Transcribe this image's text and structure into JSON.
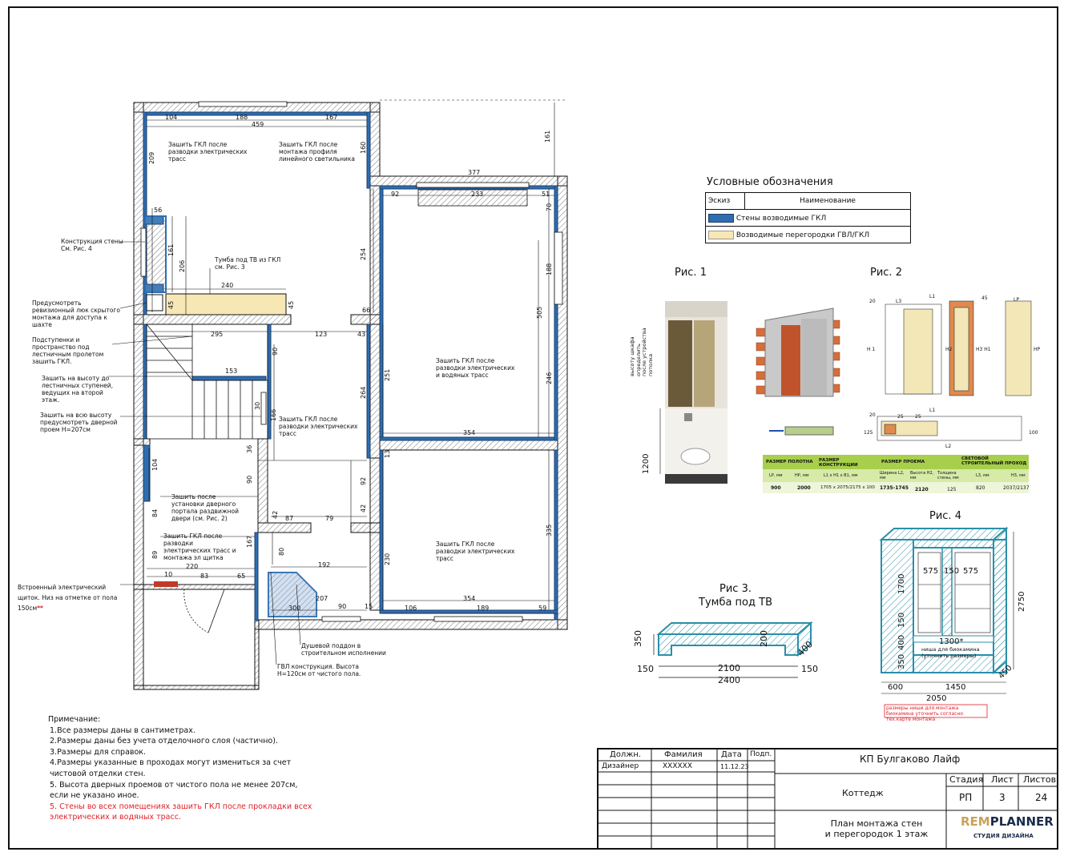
{
  "legend": {
    "title": "Условные обозначения",
    "col_sketch": "Эскиз",
    "col_name": "Наименование",
    "rows": [
      {
        "label": "Стены возводимые ГКЛ",
        "color": "#2f6db0"
      },
      {
        "label": "Возводимые перегородки ГВЛ/ГКЛ",
        "color": "#f7e7b4"
      }
    ]
  },
  "figures": {
    "fig1": "Рис. 1",
    "fig2": "Рис. 2",
    "fig3_line1": "Рис 3.",
    "fig3_line2": "Тумба под ТВ",
    "fig4": "Рис. 4"
  },
  "fig1": {
    "dim_1200": "1200",
    "side_note": "высоту шкафа определить после устройства потолка"
  },
  "fig2": {
    "table_headers": [
      "РАЗМЕР ПОЛОТНА",
      "РАЗМЕР КОНСТРУКЦИИ",
      "РАЗМЕР ПРОЕМА",
      "СВЕТОВОЙ СТРОИТЕЛЬНЫЙ ПРОХОД"
    ],
    "table_sub": [
      "LP, мм",
      "HP, мм",
      "L1 x H1 x B1, мм",
      "Ширина L2, мм",
      "Высота H2, мм",
      "Толщина стены, мм",
      "L3, мм",
      "H3, мм"
    ],
    "table_row": [
      "900",
      "2000",
      "1705 x 2075/2175 x 100",
      "1735-1745",
      "2120",
      "125",
      "820",
      "2037/2137"
    ],
    "dims": [
      "20",
      "L3",
      "L1",
      "45",
      "LP",
      "H 1",
      "H2",
      "H3 H1",
      "HP",
      "20",
      "25",
      "25",
      "L1",
      "125",
      "100",
      "L2"
    ]
  },
  "fig3": {
    "dims": [
      "350",
      "200",
      "400",
      "150",
      "2100",
      "150",
      "2400"
    ]
  },
  "fig4": {
    "dims": [
      "575",
      "150",
      "575",
      "1700",
      "150",
      "400",
      "350",
      "1300*",
      "2750",
      "450",
      "600",
      "1450",
      "2050"
    ],
    "niche_note": "ниша для биокамина",
    "niche_note2": "(уточнить размеры)",
    "red_note": "размеры ниши для монтажа биокамина уточнить согласно тех.карте монтажа"
  },
  "plan_labels": [
    "Зашить ГКЛ после разводки электрических трасс",
    "Зашить ГКЛ после монтажа профиля линейного светильника",
    "Конструкция стены См. Рис. 4",
    "Тумба под ТВ из ГКЛ см. Рис. 3",
    "Предусмотреть ревизионный люк скрытого монтажа для доступа к шахте",
    "Подступенки и пространство под лестничным пролетом зашить ГКЛ.",
    "Зашить на высоту до лестничных ступеней, ведущих на второй этаж.",
    "Зашить на всю высоту предусмотреть дверной проем H=207см",
    "Зашить ГКЛ после разводки электрических трасс",
    "Зашить ГКЛ после разводки электрических и водяных трасс",
    "Зашить после установки дверного портала раздвижной двери (см. Рис. 2)",
    "Зашить ГКЛ после разводки электрических трасс и монтажа эл щитка",
    "Зашить ГКЛ после разводки электрических трасс",
    "Встроенный электрический щиток. Низ на отметке от пола 150см",
    "Душевой поддон в строительном исполнении",
    "ГВЛ конструкция. Высота H=120см от чистого пола."
  ],
  "plan_dims": [
    "104",
    "188",
    "167",
    "459",
    "161",
    "209",
    "160",
    "377",
    "92",
    "233",
    "51",
    "70",
    "56",
    "161",
    "206",
    "240",
    "45",
    "45",
    "254",
    "188",
    "505",
    "66",
    "295",
    "123",
    "43",
    "90",
    "153",
    "251",
    "246",
    "264",
    "166",
    "36",
    "30",
    "354",
    "104",
    "90",
    "13",
    "92",
    "84",
    "87",
    "79",
    "42",
    "42",
    "89",
    "167",
    "80",
    "335",
    "230",
    "220",
    "83",
    "65",
    "10",
    "192",
    "207",
    "90",
    "15",
    "300",
    "106",
    "189",
    "59",
    "354"
  ],
  "notes": {
    "title": "Примечание:",
    "items": [
      "1.Все размеры даны в сантиметрах.",
      "2.Размеры даны без учета отделочного слоя (частично).",
      "3.Размеры для справок.",
      "4.Размеры указанные  в проходах могут измениться за счет чистовой отделки стен.",
      "5. Высота дверных проемов от чистого пола не менее 207см, если не указано иное."
    ],
    "red_item": "5. Стены во всех помещениях зашить ГКЛ после прокладки всех электрических и водяных трасс."
  },
  "stamp": {
    "h_role": "Должн.",
    "h_name": "Фамилия",
    "h_date": "Дата",
    "h_sign": "Подп.",
    "role": "Дизайнер",
    "name": "XXXXXX",
    "date": "11.12.23",
    "project": "КП Булгаково Лайф",
    "object": "Коттедж",
    "h_stage": "Стадия",
    "h_sheet": "Лист",
    "h_sheets": "Листов",
    "stage": "РП",
    "sheet": "3",
    "sheets": "24",
    "title_line1": "План монтажа стен",
    "title_line2": "и перегородок 1 этаж",
    "brand_rem": "REM",
    "brand_planner": "PLANNER",
    "brand_sub": "СТУДИЯ ДИЗАЙНА"
  },
  "colors": {
    "wall": "#2f6db0",
    "partition": "#f7e7b4",
    "cyan": "#49b7cf",
    "red": "#e0202a"
  }
}
